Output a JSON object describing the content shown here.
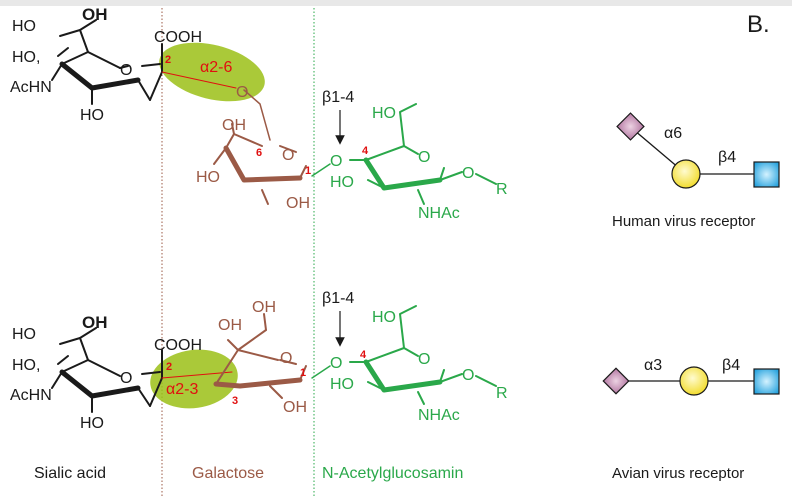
{
  "panel_label": "B.",
  "columns": {
    "sialic": "Sialic acid",
    "galactose": "Galactose",
    "glcnac": "N-Acetylglucosamin"
  },
  "receptors": {
    "human": {
      "caption": "Human virus receptor",
      "link1": "α6",
      "link2": "β4"
    },
    "avian": {
      "caption": "Avian virus receptor",
      "link1": "α3",
      "link2": "β4"
    }
  },
  "structures": {
    "top": {
      "sialic": {
        "oh_top": "OH",
        "ho1": "HO",
        "ho2": "HO,",
        "achn": "AcHN",
        "ho_bottom": "HO",
        "cooh": "COOH"
      },
      "bond_label": "α2-6",
      "sial_carbon": "2",
      "gal": {
        "oh1": "OH",
        "ho": "HO",
        "oh2": "OH",
        "c6": "6",
        "c1": "1",
        "ring_o": "O",
        "link_o": "O"
      },
      "beta_label": "β1-4",
      "glc": {
        "ho_top": "HO",
        "ho_left": "HO",
        "nhac": "NHAc",
        "r": "R",
        "c4": "4",
        "ring_o": "O",
        "o_left": "O",
        "o_right": "O"
      }
    },
    "bottom": {
      "sialic": {
        "oh_top": "OH",
        "ho1": "HO",
        "ho2": "HO,",
        "achn": "AcHN",
        "ho_bottom": "HO",
        "cooh": "COOH"
      },
      "bond_label": "α2-3",
      "sial_carbon": "2",
      "gal_carbon3": "3",
      "gal": {
        "oh1": "OH",
        "oh2": "OH",
        "ho_bottom": "OH",
        "c1": "1",
        "ring_o": "O"
      },
      "beta_label": "β1-4",
      "glc": {
        "ho_top": "HO",
        "ho_left": "HO",
        "nhac": "NHAc",
        "r": "R",
        "c4": "4",
        "ring_o": "O",
        "o_left": "O",
        "o_right": "O"
      }
    }
  },
  "colors": {
    "sialic": "#1a1a1a",
    "galactose": "#9b5a46",
    "glcnac": "#2aa84a",
    "highlight": "#9bc016",
    "carbon_number": "#e01010",
    "sialic_symbol": "#c897b8",
    "galactose_symbol": "#f7e84a",
    "glcnac_symbol": "#2fb3e6"
  }
}
